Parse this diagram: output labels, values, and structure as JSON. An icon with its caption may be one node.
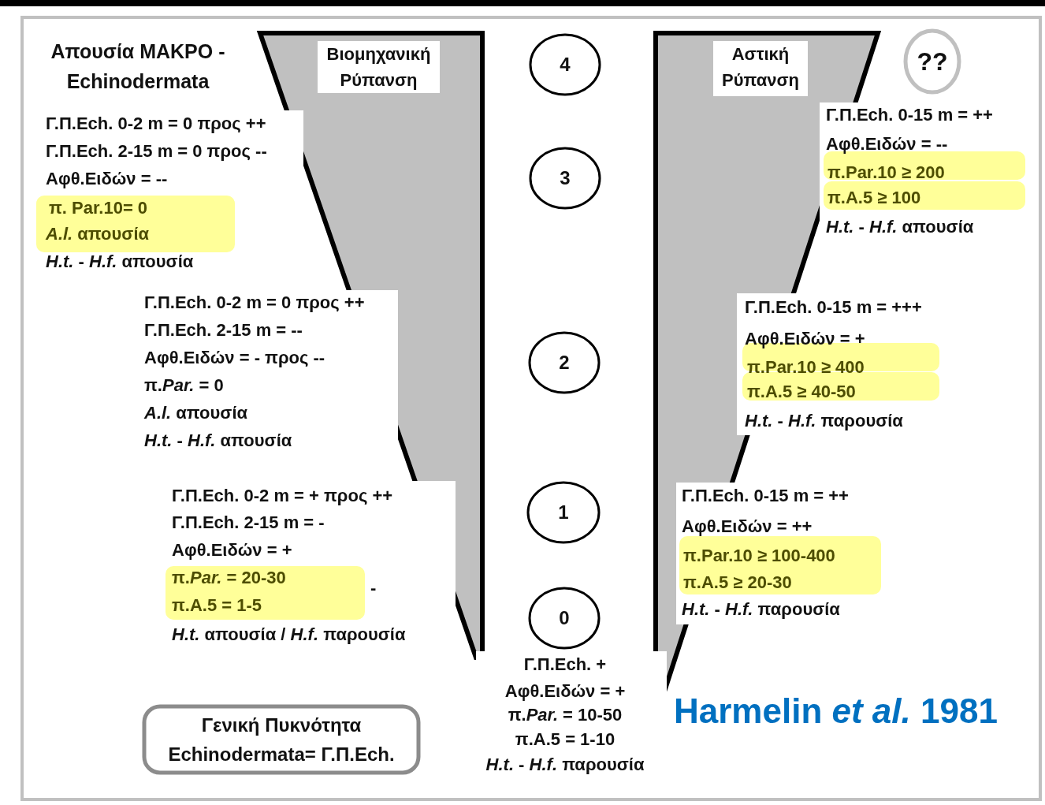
{
  "diagram": {
    "nodes": [
      {
        "text": [
          "Βιομηχανική Ρύπανση"
        ]
      },
      {
        "text": [
          "4"
        ]
      },
      {
        "text": [
          "Αστική Ρύπανση"
        ]
      },
      {
        "text": [
          "??"
        ]
      },
      {
        "text": [
          "3"
        ]
      },
      {
        "text": [
          "2"
        ]
      },
      {
        "text": [
          "1"
        ]
      },
      {
        "text": [
          "0"
        ]
      },
      {
        "text": [
          "Γενική Πυκνότητα Echinodermata= Γ.Π.Ech."
        ]
      }
    ],
    "labels": [
      "Απουσία ΜΑΚΡΟ - Echinodermata",
      "Γ.Π.Ech. 0-2 m = 0 προς ++",
      "Γ.Π.Ech. 2-15 m = 0 προς --",
      "Αφθ.Ειδών = --",
      "π. Par.10= 0",
      "*A.l.* απουσία",
      "*H.t.* - *H.f.* απουσία",
      "Γ.Π.Ech. 0-15 m = ++",
      "Αφθ.Ειδών = --",
      "π.Par.10 ≥ 200",
      "π.A.5 ≥ 100",
      "*H.t.* - *H.f.* απουσία",
      "Γ.Π.Ech. 0-2 m = 0 προς ++",
      "Γ.Π.Ech. 2-15 m = --",
      "Αφθ.Ειδών = - προς --",
      "π.*Par.* = 0",
      "*A.l.* απουσία",
      "*H.t.* - *H.f.* απουσία",
      "Γ.Π.Ech. 0-15 m = +++",
      "Αφθ.Ειδών = +",
      "π.Par.10 ≥ 400",
      "π.A.5 ≥ 40-50",
      "*H.t.* - *H.f.* παρουσία",
      "Γ.Π.Ech. 0-2 m = + προς ++",
      "Γ.Π.Ech. 2-15 m = -",
      "Αφθ.Ειδών = +",
      "π.*Par.* = 20-30",
      "π.A.5 = 1-5",
      "-",
      "*H.t.* απουσία / *H.f.* παρουσία",
      "Γ.Π.Ech. 0-15 m = ++",
      "Αφθ.Ειδών = ++",
      "π.Par.10 ≥ 100-400",
      "π.A.5 ≥ 20-30",
      "*H.t.* - *H.f.* παρουσία",
      "Γ.Π.Ech. +",
      "Αφθ.Ειδών = +",
      "π.*Par.* = 10-50",
      "π.A.5 = 1-10",
      "*H.t.* - *H.f.* παρουσία",
      "Harmelin *et al.* 1981"
    ]
  }
}
